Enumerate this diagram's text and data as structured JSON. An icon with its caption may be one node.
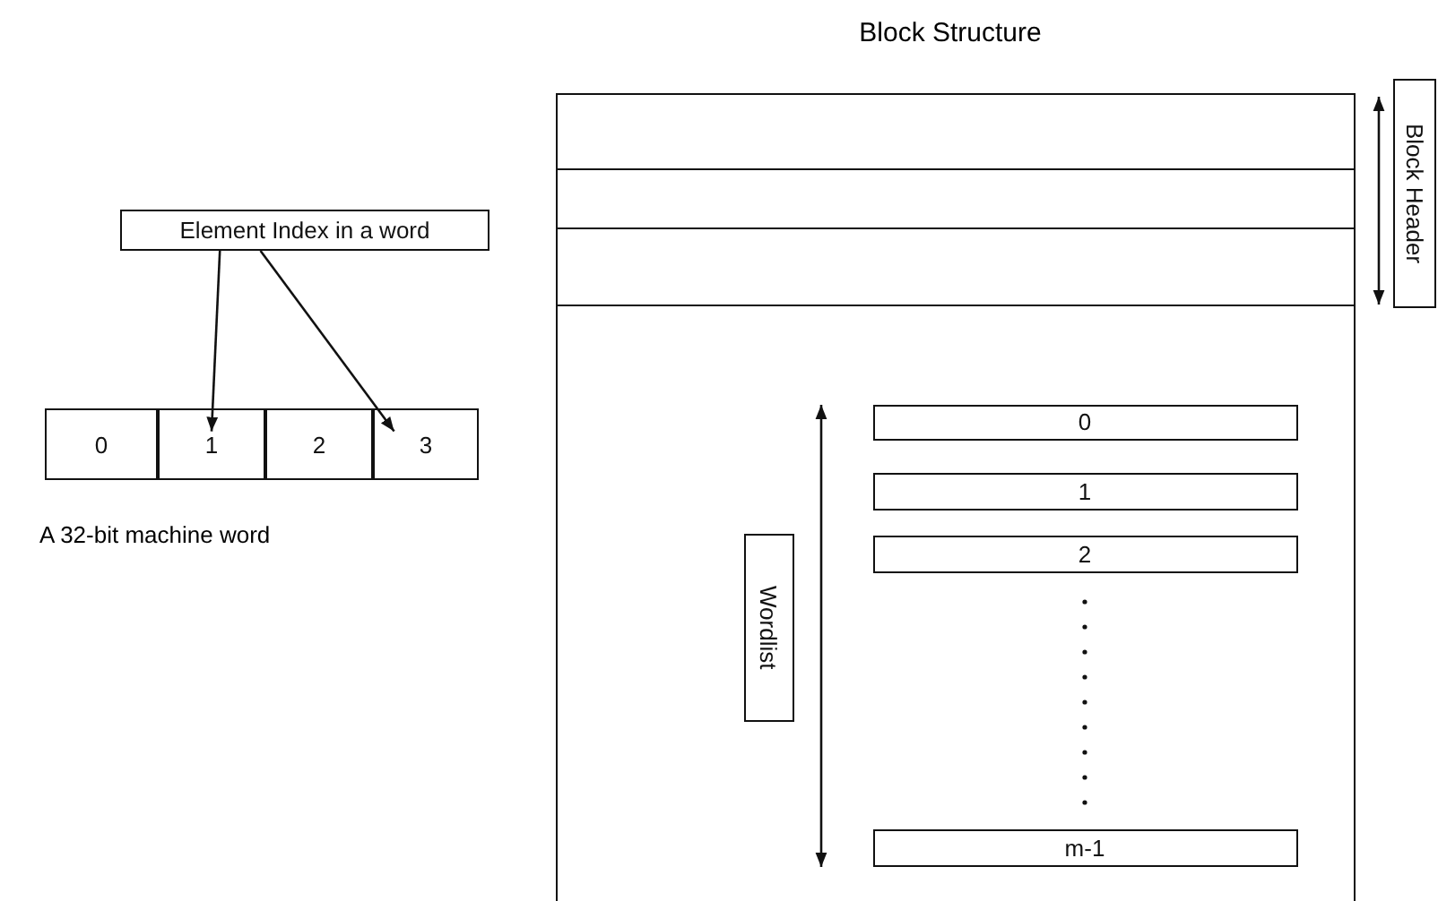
{
  "diagram": {
    "title": "Block Structure",
    "nodes": [
      {
        "text": [
          "Element Index in a word"
        ]
      },
      {
        "text": [
          "0"
        ]
      },
      {
        "text": [
          "1"
        ]
      },
      {
        "text": [
          "2"
        ]
      },
      {
        "text": [
          "3"
        ]
      },
      {
        "text": [],
        "shape": "box"
      },
      {
        "text": [],
        "shape": "box",
        "in": 5
      },
      {
        "text": [],
        "shape": "box",
        "in": 5
      },
      {
        "text": [],
        "shape": "box",
        "in": 5
      },
      {
        "text": [
          "0"
        ],
        "in": 5
      },
      {
        "text": [
          "1"
        ],
        "in": 5
      },
      {
        "text": [
          "2"
        ],
        "in": 5
      },
      {
        "text": [
          "m-1"
        ],
        "in": 5
      },
      {
        "text": [
          "Wordlist"
        ],
        "in": 5
      },
      {
        "text": [
          "Block Header"
        ]
      }
    ],
    "edges": [
      {
        "from": 0,
        "to": 2,
        "arrow": "to"
      },
      {
        "from": 0,
        "to": 4,
        "arrow": "to"
      }
    ],
    "labels": [
      "A 32-bit machine word"
    ]
  }
}
